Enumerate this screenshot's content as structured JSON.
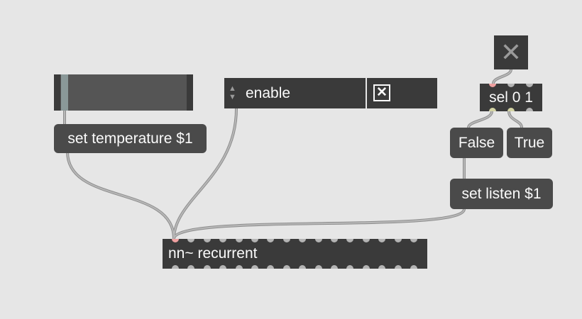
{
  "canvas": {
    "background": "#e6e6e6"
  },
  "colors": {
    "object_fill": "#3a3a3a",
    "message_fill": "#4a4a4a",
    "text": "#fafafa",
    "inlet": "#b4b4b4",
    "hot_inlet": "#f0a0a0",
    "cord": "#a0a0a0",
    "slider_knob": "#8a9898"
  },
  "objects": {
    "slider": {
      "value_fraction": 0.05
    },
    "umenu": {
      "selected": "enable",
      "arrow_icon": "up-down-arrows-icon"
    },
    "toggle": {
      "state": true,
      "icon": "checked-box-icon"
    },
    "button": {
      "icon": "close-x-icon"
    },
    "sel": {
      "text": "sel 0 1"
    },
    "msg_temperature": {
      "text": "set temperature $1"
    },
    "msg_false": {
      "text": "False"
    },
    "msg_true": {
      "text": "True"
    },
    "msg_listen": {
      "text": "set listen $1"
    },
    "nn": {
      "text": "nn~ recurrent",
      "inlet_count": 16,
      "outlet_count": 16
    }
  }
}
